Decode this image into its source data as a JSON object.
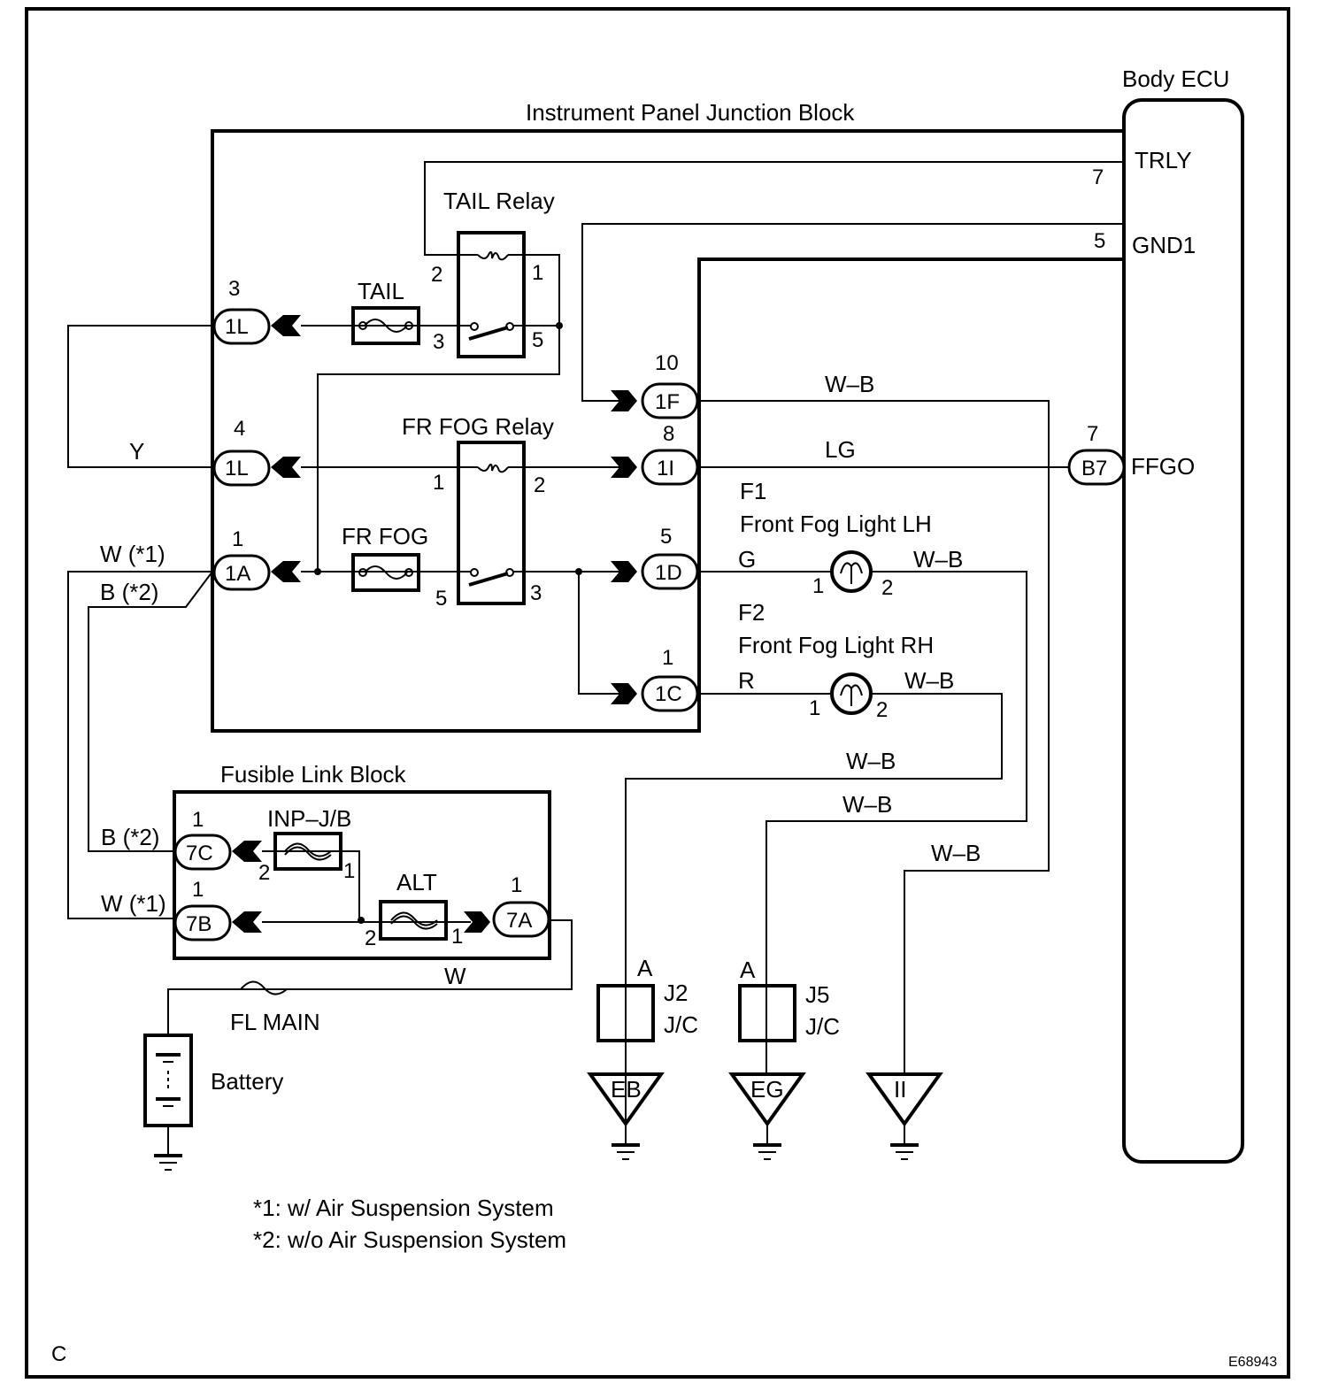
{
  "diagram": {
    "corner_letter": "C",
    "figure_id": "E68943",
    "notes": [
      "*1: w/ Air Suspension System",
      "*2: w/o Air Suspension System"
    ],
    "blocks": {
      "ipjb": "Instrument Panel Junction Block",
      "ecu": "Body ECU",
      "flb": "Fusible Link Block"
    },
    "ecu_pins": {
      "trly": {
        "name": "TRLY",
        "pin": "7"
      },
      "gnd1": {
        "name": "GND1",
        "pin": "5"
      },
      "ffgo": {
        "name": "FFGO",
        "pin": "7",
        "connector": "B7"
      }
    },
    "relays": {
      "tail": {
        "name": "TAIL Relay",
        "p1": "1",
        "p2": "2",
        "p3": "3",
        "p5": "5"
      },
      "fog": {
        "name": "FR FOG Relay",
        "p1": "1",
        "p2": "2",
        "p3": "3",
        "p5": "5"
      }
    },
    "fuses": {
      "tail": "TAIL",
      "frfog": "FR FOG",
      "inpjb": "INP–J/B",
      "alt": "ALT",
      "flmain": "FL MAIN"
    },
    "connectors": {
      "c1L_3": {
        "id": "1L",
        "pin": "3"
      },
      "c1L_4": {
        "id": "1L",
        "pin": "4"
      },
      "c1A": {
        "id": "1A",
        "pin": "1"
      },
      "c1F": {
        "id": "1F",
        "pin": "10"
      },
      "c1I": {
        "id": "1I",
        "pin": "8"
      },
      "c1D": {
        "id": "1D",
        "pin": "5"
      },
      "c1C": {
        "id": "1C",
        "pin": "1"
      },
      "c7C": {
        "id": "7C",
        "pin": "1"
      },
      "c7B": {
        "id": "7B",
        "pin": "1"
      },
      "c7A": {
        "id": "7A",
        "pin": "1"
      }
    },
    "fuse_pins": {
      "inp_2": "2",
      "inp_1": "1",
      "alt_2": "2",
      "alt_1": "1"
    },
    "wires": {
      "y": "Y",
      "w1": "W (*1)",
      "b2": "B (*2)",
      "wb": "W–B",
      "lg": "LG",
      "g": "G",
      "r": "R",
      "w": "W"
    },
    "lights": {
      "f1_id": "F1",
      "f1_name": "Front Fog Light LH",
      "f2_id": "F2",
      "f2_name": "Front Fog Light RH",
      "p1": "1",
      "p2": "2"
    },
    "junctions": {
      "j2": "J2",
      "j5": "J5",
      "jc": "J/C",
      "a": "A"
    },
    "grounds": [
      "EB",
      "EG",
      "II"
    ],
    "battery": "Battery"
  }
}
